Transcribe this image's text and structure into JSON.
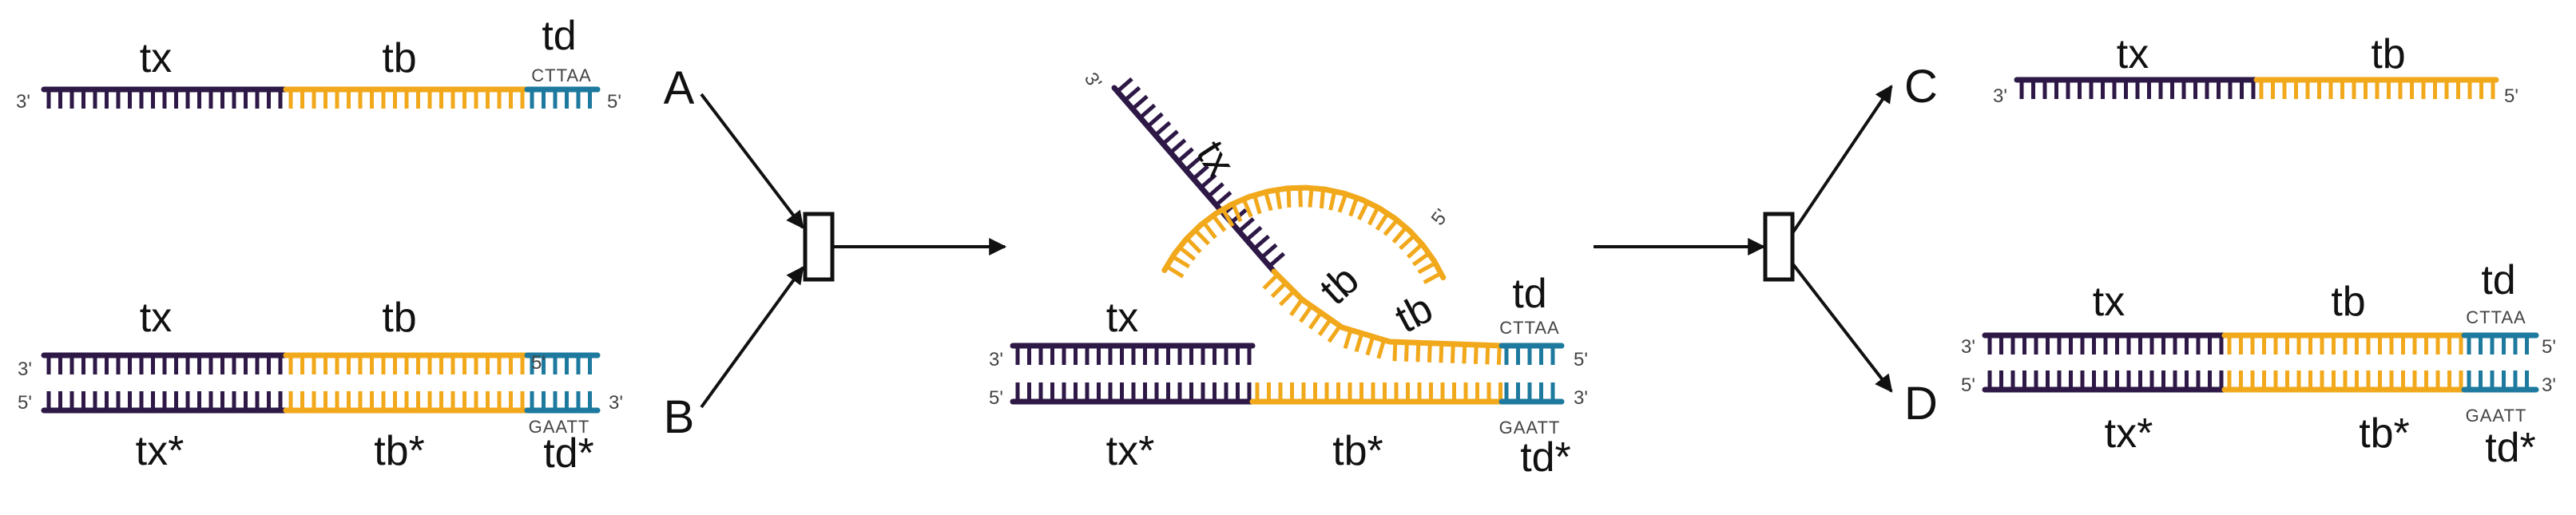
{
  "colors": {
    "tx": "#2d1846",
    "tb": "#f1a81b",
    "td": "#1d7a9e",
    "ink": "#111111"
  },
  "nodes": {
    "a": "A",
    "b": "B",
    "c": "C",
    "d": "D"
  },
  "ends": {
    "three": "3'",
    "five": "5'"
  },
  "domains": {
    "tx": "tx",
    "tb": "tb",
    "td": "td",
    "tx_star": "tx*",
    "tb_star": "tb*",
    "td_star": "td*"
  },
  "sequences": {
    "td_top": "CTTAA",
    "td_bottom": "GAATT"
  }
}
